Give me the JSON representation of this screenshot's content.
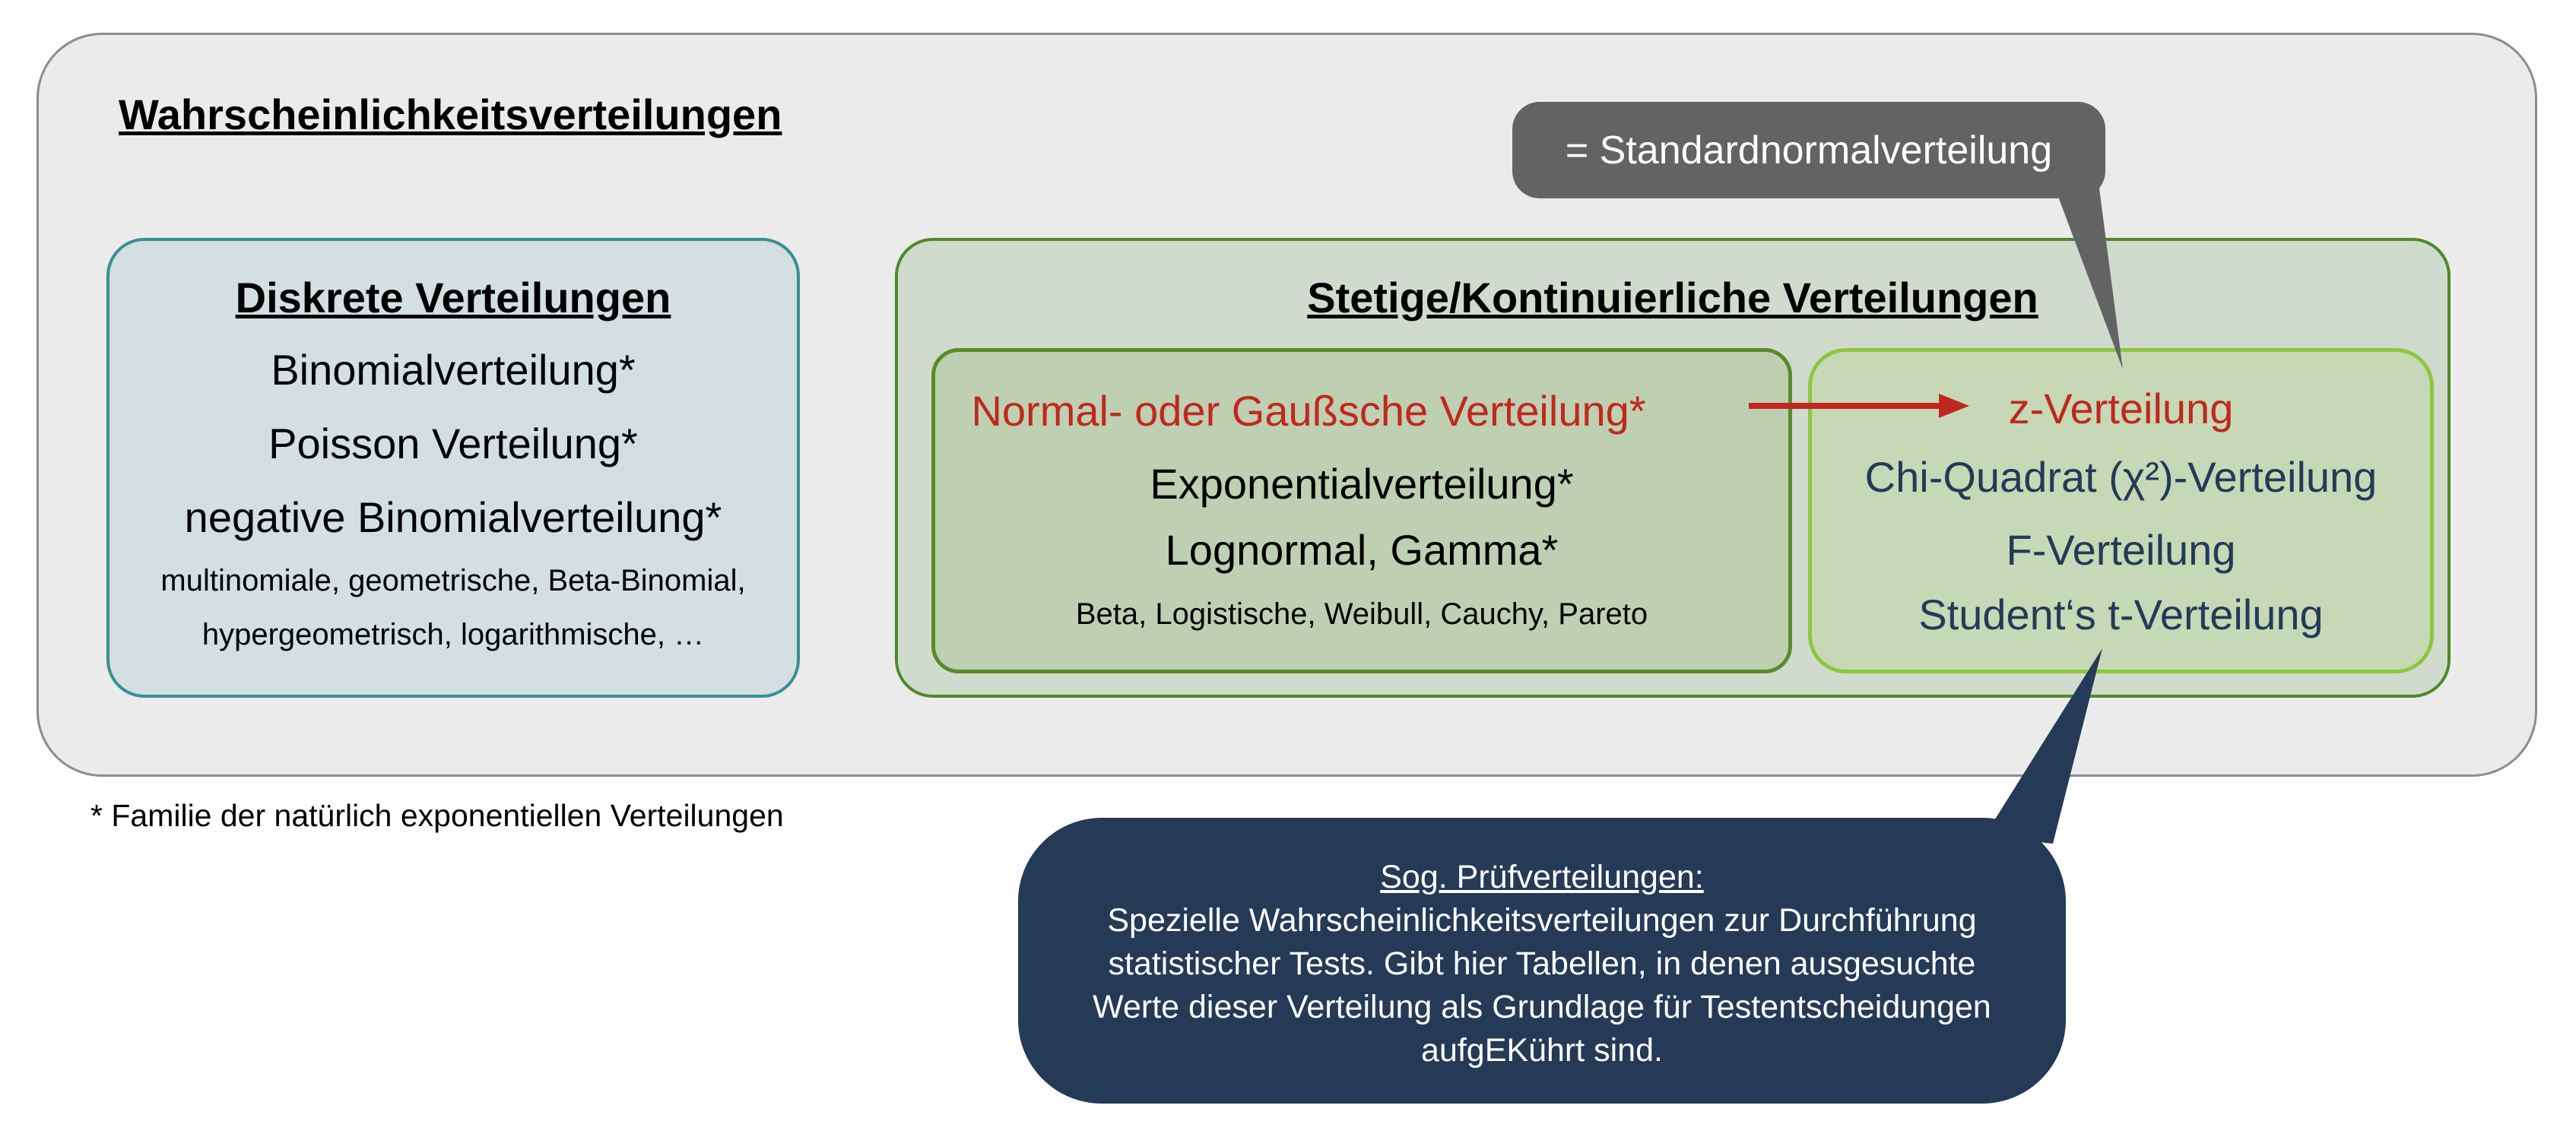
{
  "title": "Wahrscheinlichkeitsverteilungen",
  "discrete": {
    "heading": "Diskrete Verteilungen",
    "items": [
      "Binomialverteilung*",
      "Poisson Verteilung*",
      "negative Binomialverteilung*"
    ],
    "small": [
      "multinomiale, geometrische, Beta-Binomial,",
      "hypergeometrisch, logarithmische, …"
    ]
  },
  "continuous": {
    "heading": "Stetige/Kontinuierliche Verteilungen",
    "left": {
      "normal": "Normal- oder Gaußsche Verteilung*",
      "items": [
        "Exponentialverteilung*",
        "Lognormal, Gamma*"
      ],
      "small": "Beta, Logistische, Weibull, Cauchy, Pareto"
    },
    "right": {
      "z": "z-Verteilung",
      "items": [
        "Chi-Quadrat (χ²)-Verteilung",
        "F-Verteilung",
        "Student‘s t-Verteilung"
      ]
    }
  },
  "callout_gray": "= Standardnormalverteilung",
  "callout_blue": {
    "heading": "Sog. Prüfverteilungen:",
    "lines": [
      "Spezielle Wahrscheinlichkeitsverteilungen zur Durchführung",
      "statistischer Tests. Gibt hier Tabellen, in denen ausgesuchte",
      "Werte dieser Verteilung als Grundlage für Testentscheidungen",
      "aufgEKührt sind."
    ]
  },
  "footnote": "* Familie der natürlich exponentiellen Verteilungen",
  "colors": {
    "red": "#c0281e",
    "navy": "#253a57",
    "gray": "#636363"
  }
}
